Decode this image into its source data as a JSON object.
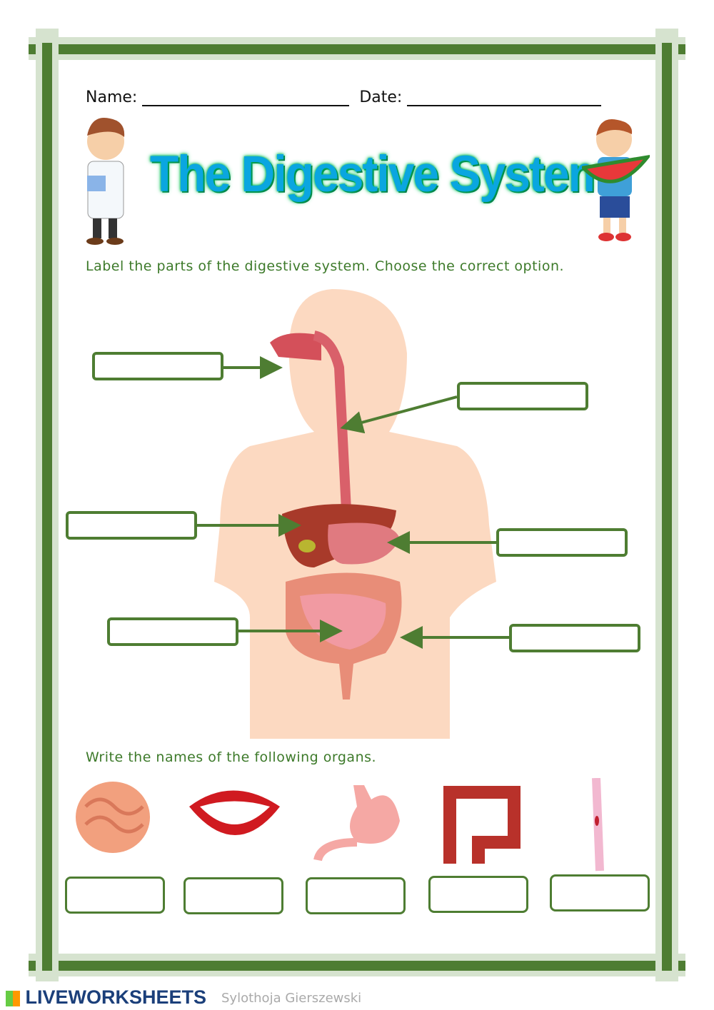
{
  "header": {
    "name_label": "Name:",
    "date_label": "Date:"
  },
  "title": "The Digestive System",
  "section1": {
    "instruction": "Label the parts of the digestive system. Choose the correct option.",
    "label_boxes": [
      "",
      "",
      "",
      "",
      "",
      ""
    ]
  },
  "section2": {
    "instruction": "Write the names of the following organs.",
    "organs": [
      "small-intestine",
      "mouth",
      "stomach",
      "large-intestine",
      "esophagus"
    ],
    "answer_boxes": [
      "",
      "",
      "",
      "",
      ""
    ]
  },
  "footer": {
    "brand": "LIVEWORKSHEETS",
    "author": "Sylothoja Gierszewski"
  },
  "colors": {
    "frame": "#4e7d32",
    "frame_light": "#d6e3cf",
    "title": "#0aa6e0",
    "instruction": "#3d7a2a",
    "brand": "#1b3f7a"
  }
}
